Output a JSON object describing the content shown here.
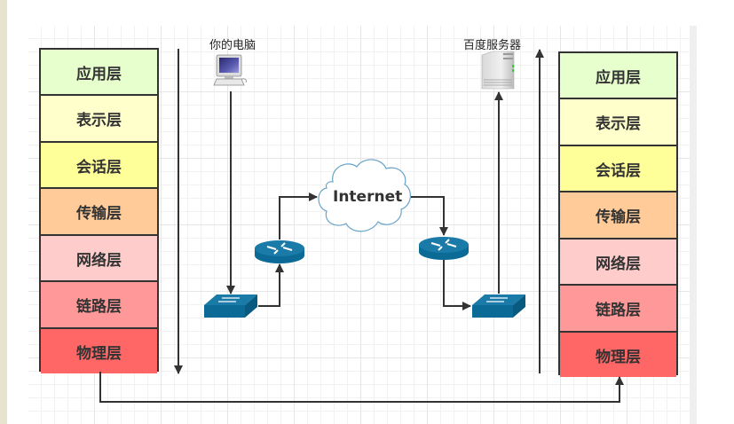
{
  "diagram": {
    "left_stack": {
      "layers": [
        {
          "label": "应用层",
          "color": "#e6ffcc"
        },
        {
          "label": "表示层",
          "color": "#ffffcc"
        },
        {
          "label": "会话层",
          "color": "#ffff99"
        },
        {
          "label": "传输层",
          "color": "#ffcc99"
        },
        {
          "label": "网络层",
          "color": "#ffcccc"
        },
        {
          "label": "链路层",
          "color": "#ff9999"
        },
        {
          "label": "物理层",
          "color": "#ff6666"
        }
      ]
    },
    "right_stack": {
      "layers": [
        {
          "label": "应用层",
          "color": "#e6ffcc"
        },
        {
          "label": "表示层",
          "color": "#ffffcc"
        },
        {
          "label": "会话层",
          "color": "#ffff99"
        },
        {
          "label": "传输层",
          "color": "#ffcc99"
        },
        {
          "label": "网络层",
          "color": "#ffcccc"
        },
        {
          "label": "链路层",
          "color": "#ff9999"
        },
        {
          "label": "物理层",
          "color": "#ff6666"
        }
      ]
    },
    "client": {
      "label": "你的电脑",
      "icon": "desktop-computer-icon"
    },
    "server": {
      "label": "百度服务器",
      "icon": "server-tower-icon"
    },
    "cloud": {
      "label": "Internet",
      "icon": "cloud-icon"
    },
    "devices": [
      {
        "type": "switch",
        "icon": "network-switch-icon",
        "side": "client"
      },
      {
        "type": "router",
        "icon": "router-icon",
        "side": "client"
      },
      {
        "type": "router",
        "icon": "router-icon",
        "side": "server"
      },
      {
        "type": "switch",
        "icon": "network-switch-icon",
        "side": "server"
      }
    ],
    "colors": {
      "device_blue": "#0b6a96",
      "line": "#333333",
      "cloud_stroke": "#6aa4c8"
    }
  }
}
